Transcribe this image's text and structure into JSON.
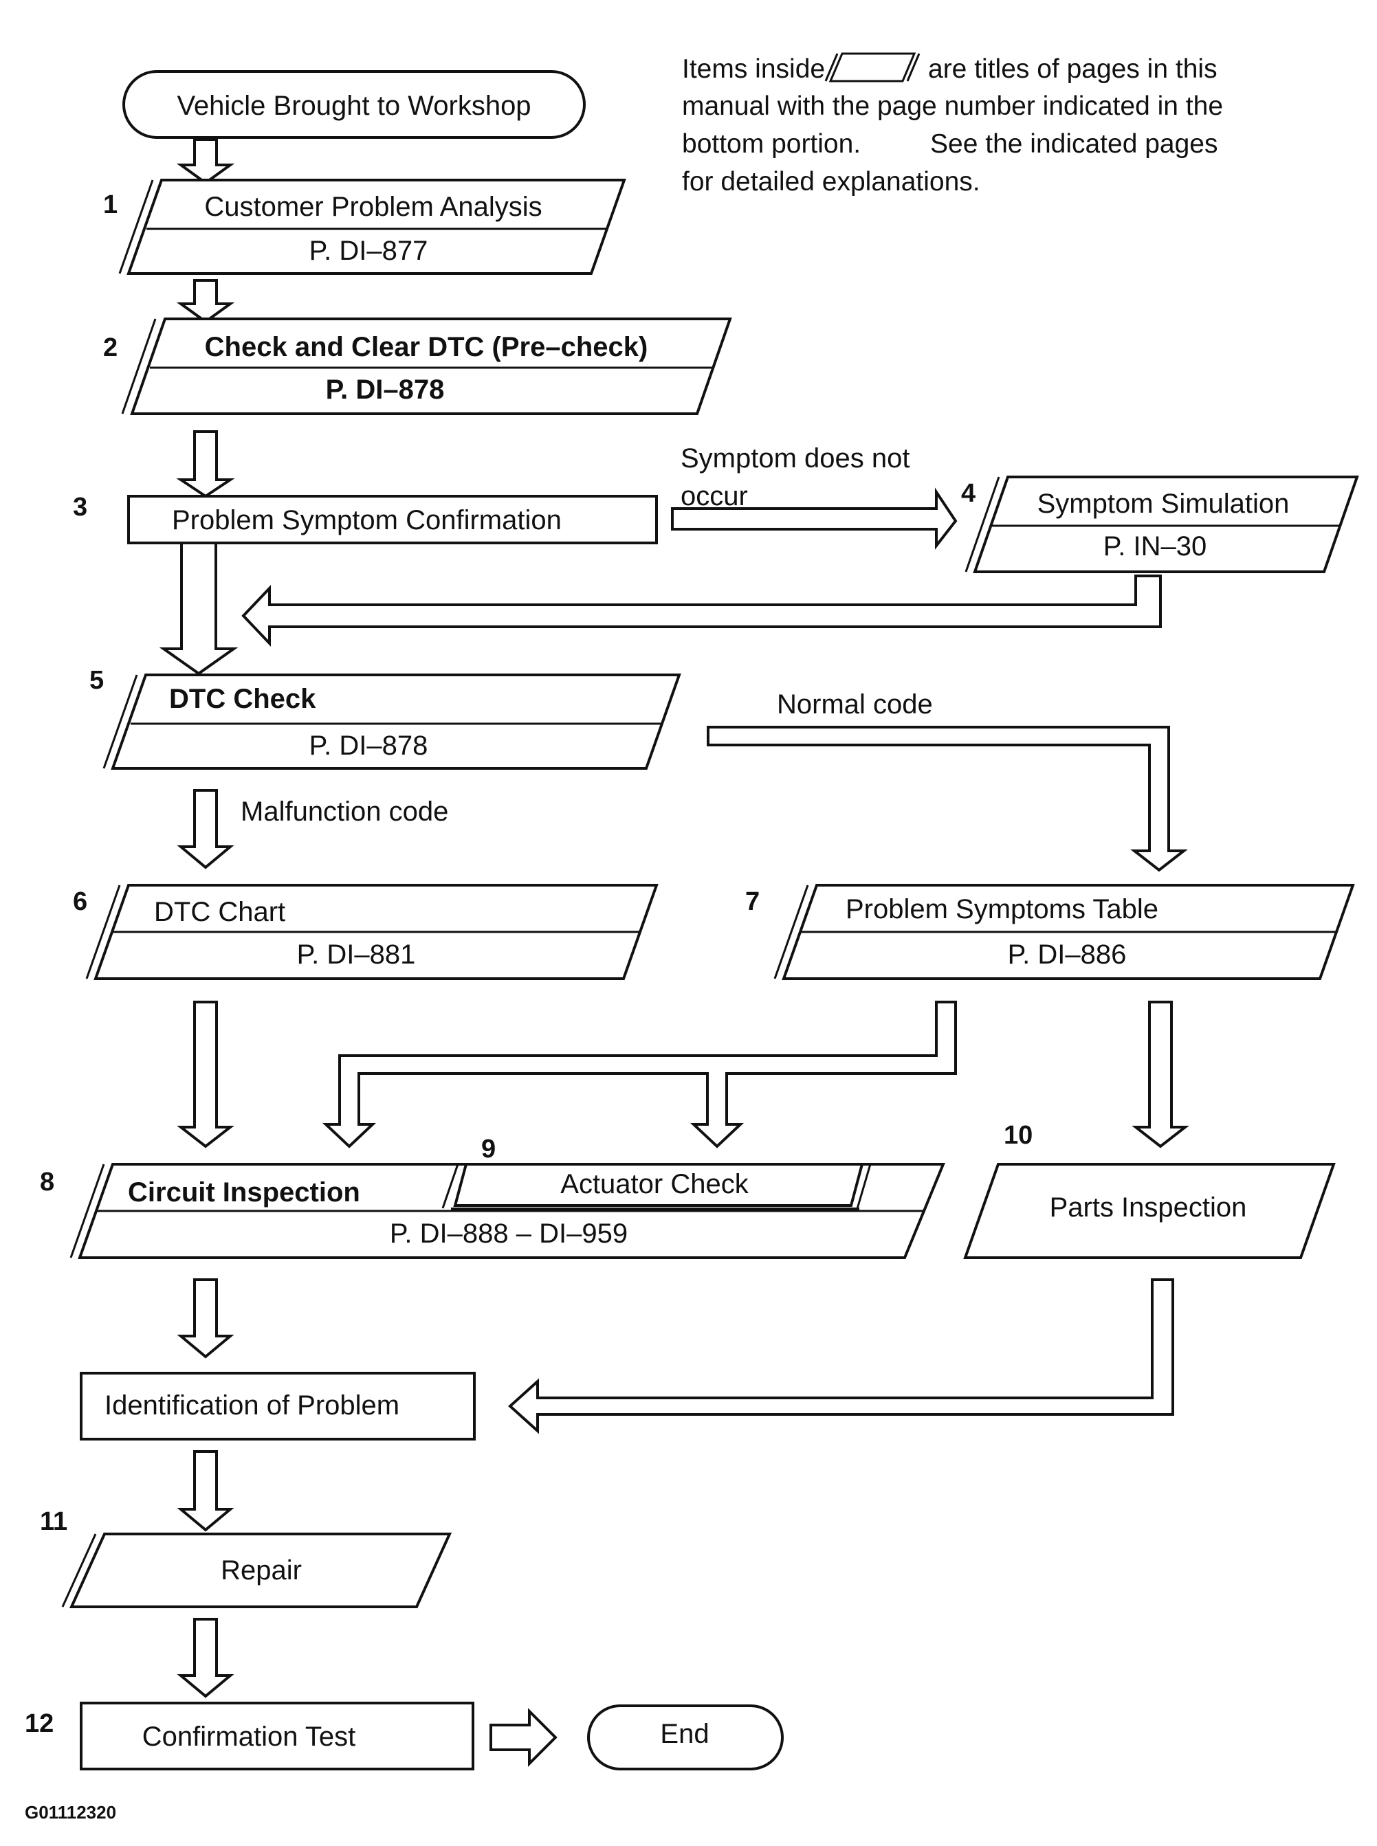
{
  "legend": {
    "line1_before": "Items inside",
    "line1_after": "are titles of pages in this",
    "line2": "manual with the page number indicated in the",
    "line3_a": "bottom portion.",
    "line3_b": "See the indicated pages",
    "line4": "for detailed explanations."
  },
  "start": "Vehicle Brought to Workshop",
  "steps": {
    "s1": {
      "num": "1",
      "title": "Customer Problem Analysis",
      "page": "P. DI–877"
    },
    "s2": {
      "num": "2",
      "title": "Check and Clear DTC (Pre–check)",
      "page": "P. DI–878"
    },
    "s3": {
      "num": "3",
      "title": "Problem Symptom Confirmation"
    },
    "s4": {
      "num": "4",
      "title": "Symptom Simulation",
      "page": "P. IN–30"
    },
    "s5": {
      "num": "5",
      "title": "DTC Check",
      "page": "P. DI–878"
    },
    "s6": {
      "num": "6",
      "title": "DTC Chart",
      "page": "P. DI–881"
    },
    "s7": {
      "num": "7",
      "title": "Problem Symptoms Table",
      "page": "P. DI–886"
    },
    "s8": {
      "num": "8",
      "title": "Circuit Inspection",
      "page": "P. DI–888 – DI–959"
    },
    "s9": {
      "num": "9",
      "title": "Actuator Check"
    },
    "s10": {
      "num": "10",
      "title": "Parts Inspection"
    },
    "ident": {
      "title": "Identification of Problem"
    },
    "s11": {
      "num": "11",
      "title": "Repair"
    },
    "s12": {
      "num": "12",
      "title": "Confirmation Test"
    }
  },
  "end": "End",
  "edge_labels": {
    "symptom_not_occur_1": "Symptom does not",
    "symptom_not_occur_2": "occur",
    "normal_code": "Normal code",
    "malfunction_code": "Malfunction code"
  },
  "figure_code": "G01112320"
}
